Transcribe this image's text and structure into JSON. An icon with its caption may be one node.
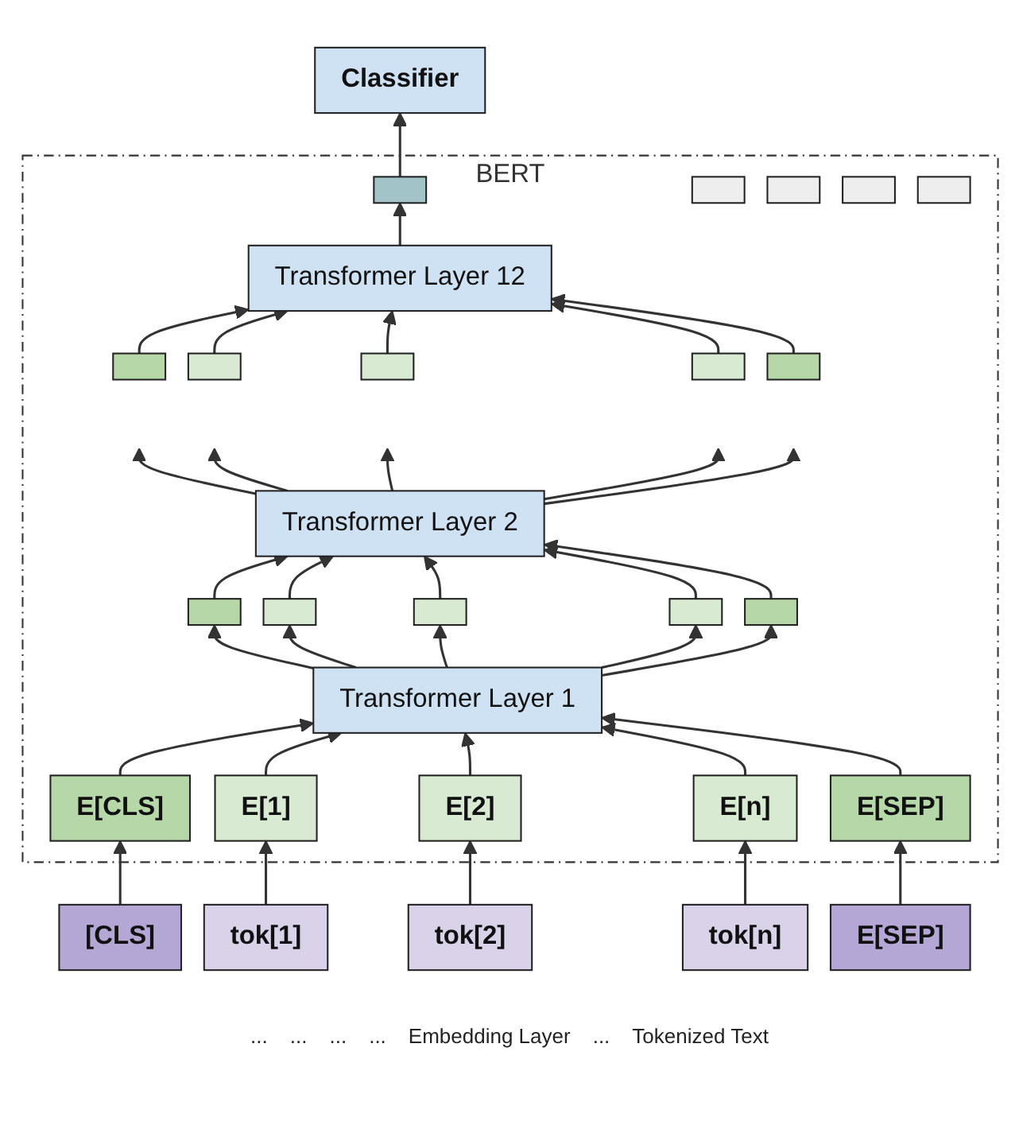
{
  "diagram": {
    "nodes": [
      {
        "text": [
          "Classifier"
        ]
      },
      {
        "text": [
          "BERT"
        ]
      },
      {
        "text": [],
        "shape": "box",
        "in": 1
      },
      {
        "text": [],
        "shape": "box",
        "in": 1
      },
      {
        "text": [],
        "shape": "box",
        "in": 1
      },
      {
        "text": [],
        "shape": "box",
        "in": 1
      },
      {
        "text": [],
        "shape": "box",
        "in": 1
      },
      {
        "text": [
          "Transformer Layer 12"
        ],
        "in": 1
      },
      {
        "text": [],
        "shape": "box",
        "in": 1
      },
      {
        "text": [],
        "shape": "box",
        "in": 1
      },
      {
        "text": [],
        "shape": "box",
        "in": 1
      },
      {
        "text": [],
        "shape": "box",
        "in": 1
      },
      {
        "text": [],
        "shape": "box",
        "in": 1
      },
      {
        "text": [
          "Transformer Layer 2"
        ],
        "in": 1
      },
      {
        "text": [],
        "shape": "box",
        "in": 1
      },
      {
        "text": [],
        "shape": "box",
        "in": 1
      },
      {
        "text": [],
        "shape": "box",
        "in": 1
      },
      {
        "text": [],
        "shape": "box",
        "in": 1
      },
      {
        "text": [],
        "shape": "box",
        "in": 1
      },
      {
        "text": [
          "Transformer Layer 1"
        ],
        "in": 1
      },
      {
        "text": [
          "E[CLS]"
        ],
        "in": 1
      },
      {
        "text": [
          "E[1]"
        ],
        "in": 1
      },
      {
        "text": [
          "E[2]"
        ],
        "in": 1
      },
      {
        "text": [
          "E[n]"
        ],
        "in": 1
      },
      {
        "text": [
          "E[SEP]"
        ],
        "in": 1
      },
      {
        "text": [
          "[CLS]"
        ]
      },
      {
        "text": [
          "tok[1]"
        ]
      },
      {
        "text": [
          "tok[2]"
        ]
      },
      {
        "text": [
          "tok[n]"
        ]
      },
      {
        "text": [
          "E[SEP]"
        ]
      }
    ],
    "edges": [
      {
        "from": 25,
        "to": 20,
        "arrow": "to"
      },
      {
        "from": 26,
        "to": 21,
        "arrow": "to"
      },
      {
        "from": 27,
        "to": 22,
        "arrow": "to"
      },
      {
        "from": 28,
        "to": 23,
        "arrow": "to"
      },
      {
        "from": 29,
        "to": 24,
        "arrow": "to"
      },
      {
        "from": 20,
        "to": 19,
        "arrow": "to"
      },
      {
        "from": 21,
        "to": 19,
        "arrow": "to"
      },
      {
        "from": 22,
        "to": 19,
        "arrow": "to"
      },
      {
        "from": 23,
        "to": 19,
        "arrow": "to"
      },
      {
        "from": 24,
        "to": 19,
        "arrow": "to"
      },
      {
        "from": 19,
        "to": 14,
        "arrow": "to"
      },
      {
        "from": 19,
        "to": 15,
        "arrow": "to"
      },
      {
        "from": 19,
        "to": 16,
        "arrow": "to"
      },
      {
        "from": 19,
        "to": 17,
        "arrow": "to"
      },
      {
        "from": 19,
        "to": 18,
        "arrow": "to"
      },
      {
        "from": 14,
        "to": 13,
        "arrow": "to"
      },
      {
        "from": 15,
        "to": 13,
        "arrow": "to"
      },
      {
        "from": 16,
        "to": 13,
        "arrow": "to"
      },
      {
        "from": 17,
        "to": 13,
        "arrow": "to"
      },
      {
        "from": 18,
        "to": 13,
        "arrow": "to"
      },
      {
        "from": 13,
        "to": null,
        "arrow": "to"
      },
      {
        "from": 13,
        "to": null,
        "arrow": "to"
      },
      {
        "from": 13,
        "to": null,
        "arrow": "to"
      },
      {
        "from": 13,
        "to": null,
        "arrow": "to"
      },
      {
        "from": 13,
        "to": null,
        "arrow": "to"
      },
      {
        "from": 8,
        "to": 7,
        "arrow": "to"
      },
      {
        "from": 9,
        "to": 7,
        "arrow": "to"
      },
      {
        "from": 10,
        "to": 7,
        "arrow": "to"
      },
      {
        "from": 11,
        "to": 7,
        "arrow": "to"
      },
      {
        "from": 12,
        "to": 7,
        "arrow": "to"
      },
      {
        "from": 7,
        "to": 2,
        "arrow": "to"
      },
      {
        "from": 2,
        "to": 0,
        "arrow": "to"
      }
    ],
    "labels": [
      "...",
      "...",
      "...",
      "...",
      "Embedding Layer",
      "...",
      "Tokenized Text"
    ]
  }
}
